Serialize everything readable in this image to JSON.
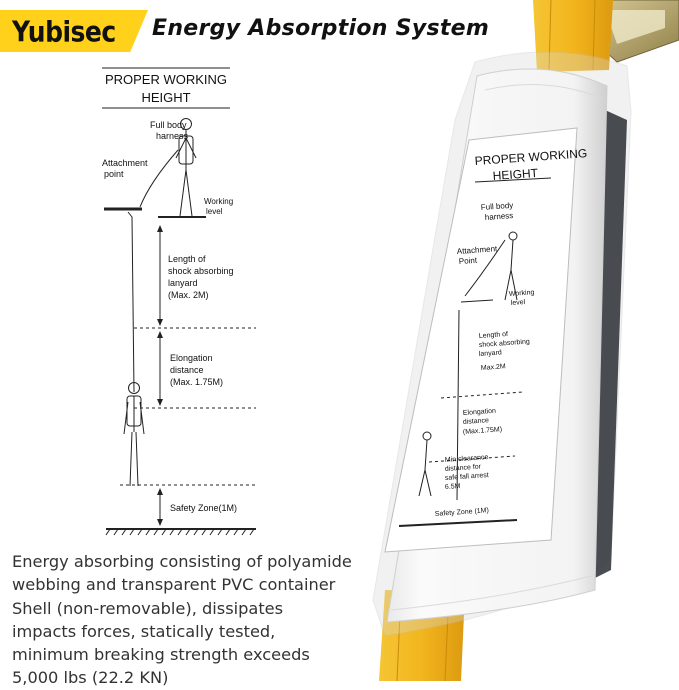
{
  "brand": {
    "logo_text": "Yubisec",
    "accent_color": "#ffd11a"
  },
  "headline": "Energy Absorption System",
  "diagram": {
    "title_line1": "PROPER WORKING",
    "title_line2": "HEIGHT",
    "harness_line1": "Full body",
    "harness_line2": "harness",
    "attach_line1": "Attachment",
    "attach_line2": "point",
    "working_line1": "Working",
    "working_line2": "level",
    "length_line1": "Length of",
    "length_line2": "shock absorbing",
    "length_line3": "lanyard",
    "length_line4": "(Max. 2M)",
    "elong_line1": "Elongation",
    "elong_line2": "distance",
    "elong_line3": "(Max. 1.75M)",
    "safety": "Safety Zone(1M)"
  },
  "description": "Energy absorbing consisting of polyamide webbing and transparent PVC container Shell (non-removable), dissipates impacts forces, statically tested, minimum breaking strength exceeds 5,000 lbs (22.2 KN)",
  "label": {
    "title_line1": "PROPER WORKING",
    "title_line2": "HEIGHT",
    "harness_line1": "Full body",
    "harness_line2": "harness",
    "attach_line1": "Attachment",
    "attach_line2": "Point",
    "working_line1": "Working",
    "working_line2": "level",
    "length_line1": "Length of",
    "length_line2": "shock absorbing",
    "length_line3": "lanyard",
    "length_line4": "Max.2M",
    "elong_line1": "Elongation",
    "elong_line2": "distance",
    "elong_line3": "(Max.1.75M)",
    "min_line1": "Min.clearance",
    "min_line2": "distance for",
    "min_line3": "safe fall arrest",
    "min_line4": "6.5M",
    "safety": "Safety Zone (1M)"
  },
  "colors": {
    "webbing": "#f2b51d",
    "hook": "#b0a06a",
    "pouch": "#f7f7f7"
  }
}
